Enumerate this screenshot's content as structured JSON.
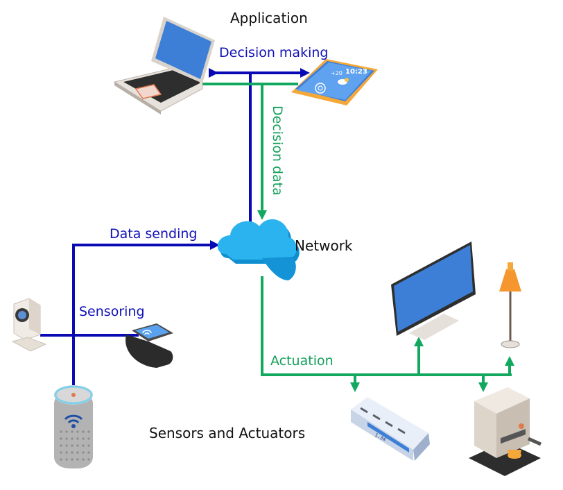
{
  "labels": {
    "application": "Application",
    "decision_making": "Decision making",
    "decision_data": "Decision data",
    "data_sending": "Data sending",
    "network": "Network",
    "sensoring": "Sensoring",
    "actuation": "Actuation",
    "sensors_actuators": "Sensors and Actuators"
  },
  "devices": {
    "phone_time": "10:23",
    "phone_temp": "+20",
    "ac_display": "1.34"
  },
  "colors": {
    "blue_line": "#0a0ab4",
    "green_line": "#13a860",
    "cloud": "#1fa9e8",
    "screen": "#3d7fd6"
  }
}
